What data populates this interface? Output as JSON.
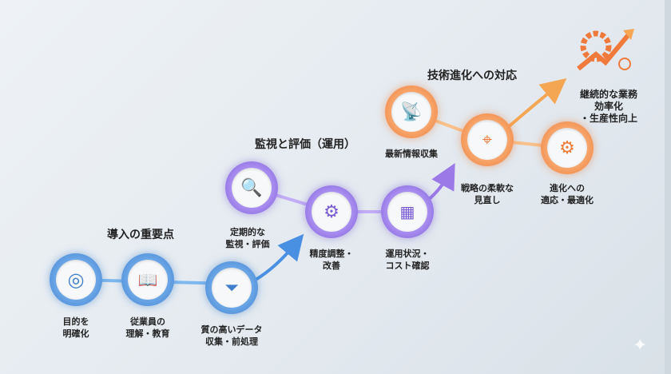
{
  "sections": [
    {
      "title": "導入の重要点",
      "color": "#3f7fce"
    },
    {
      "title": "監視と評価（運用）",
      "color": "#7a5bd6"
    },
    {
      "title": "技術進化への対応",
      "color": "#ec7b3a"
    }
  ],
  "nodes": [
    {
      "label": "目的を\n明確化",
      "icon": "target-icon"
    },
    {
      "label": "従業員の\n理解・教育",
      "icon": "book-people-icon"
    },
    {
      "label": "質の高いデータ\n収集・前処理",
      "icon": "database-funnel-icon"
    },
    {
      "label": "定期的な\n監視・評価",
      "icon": "magnifier-chart-icon"
    },
    {
      "label": "精度調整・\n改善",
      "icon": "gear-wrench-icon"
    },
    {
      "label": "運用状況・\nコスト確認",
      "icon": "calculator-calendar-icon"
    },
    {
      "label": "最新情報収集",
      "icon": "satellite-dish-icon"
    },
    {
      "label": "戦略の柔軟な\n見直し",
      "icon": "map-pin-icon"
    },
    {
      "label": "進化への\n適応・最適化",
      "icon": "gear-arrow-icon"
    }
  ],
  "goal": {
    "label": "継続的な業務効率化\n・生産性向上",
    "icon": "gear-growth-bulb-icon"
  },
  "sparkle_icon": "sparkle-icon"
}
